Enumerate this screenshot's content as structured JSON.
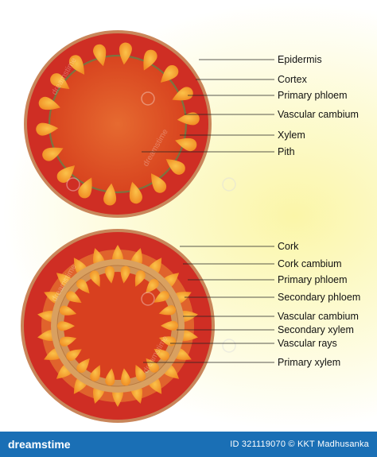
{
  "diagram": {
    "stem1_labels": [
      "Epidermis",
      "Cortex",
      "Primary phloem",
      "Vascular cambium",
      "Xylem",
      "Pith"
    ],
    "stem2_labels": [
      "Cork",
      "Cork cambium",
      "Primary phloem",
      "Secondary phloem",
      "Vascular cambium",
      "Secondary xylem",
      "Vascular rays",
      "Primary xylem"
    ],
    "watermark": "dreamstime"
  },
  "colors": {
    "outer_ring": "#c9865a",
    "cortex": "#cf2e24",
    "pith": "#e45a2c",
    "bundle": "#f7a030",
    "cambium_line": "#7a7440",
    "cork_ring": "#d8a060",
    "footer_bg": "#1a6fb5"
  },
  "footer": {
    "logo": "dreamstime",
    "id_text": "ID 321119070 © KKT Madhusanka"
  }
}
